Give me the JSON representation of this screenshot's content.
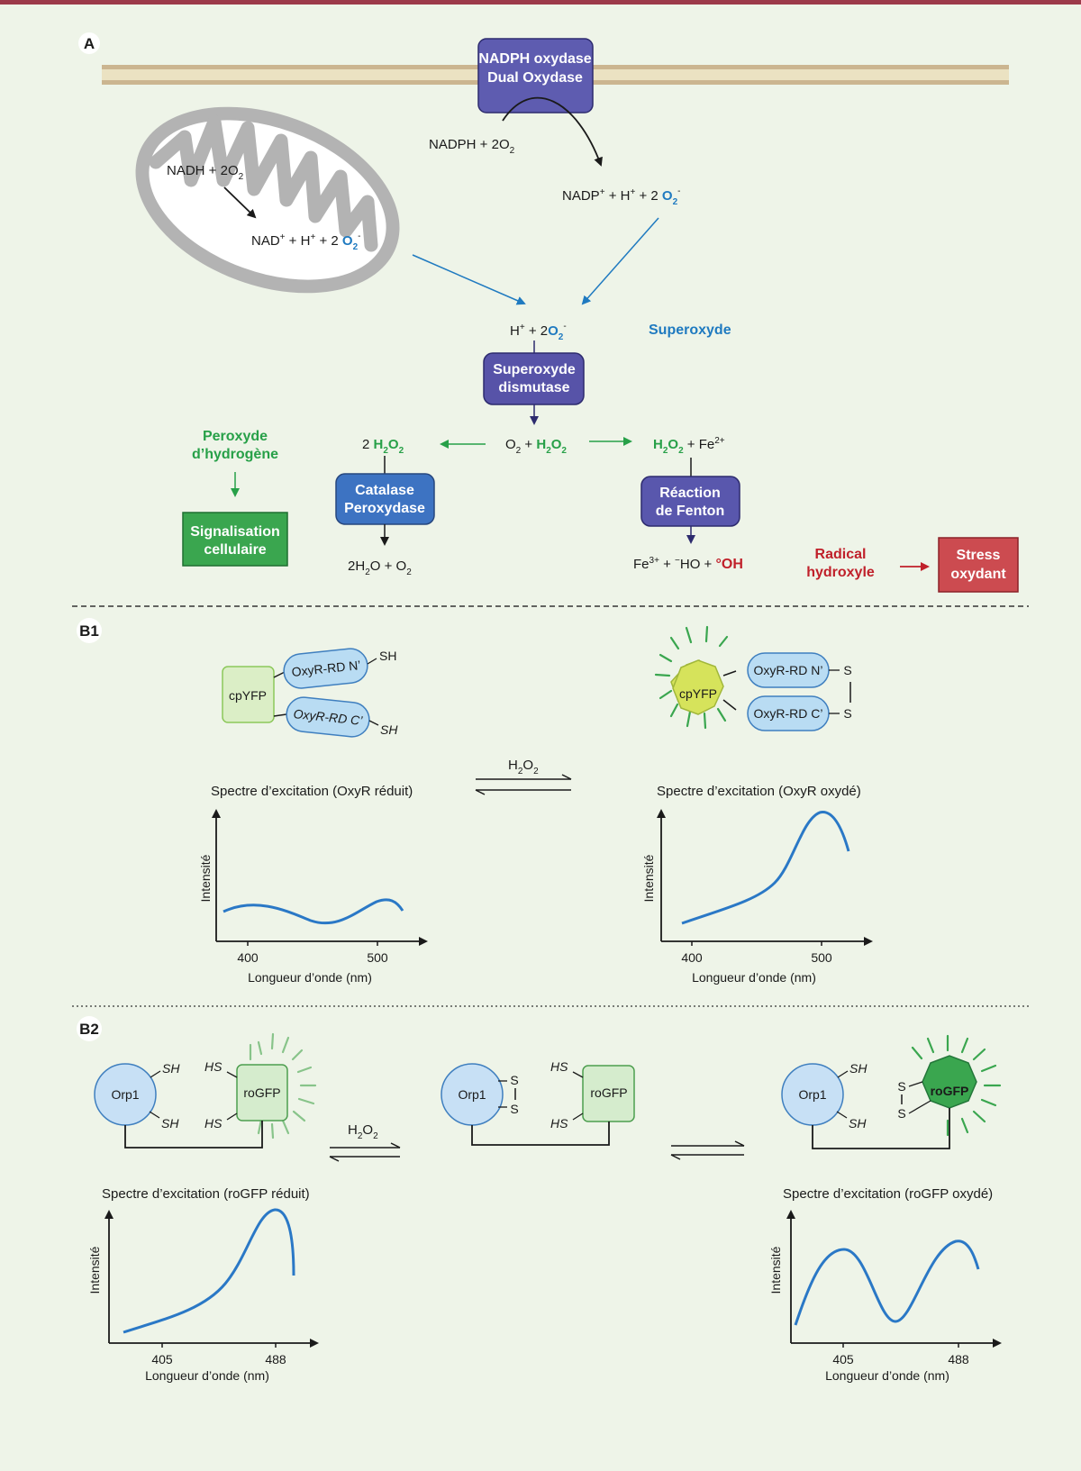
{
  "sections": {
    "a": "A",
    "b1": "B1",
    "b2": "B2"
  },
  "colors": {
    "nadph_box": "#5e5cb0",
    "sod_box": "#5753a8",
    "catalase_box": "#3d73c2",
    "fenton_box": "#5957ad",
    "signal_box": "#3aa64f",
    "stress_box": "#cc4b50",
    "superoxide_blue": "#1f7ac0",
    "h2o2_green": "#27a048",
    "oh_red": "#c0202a",
    "curve_blue": "#2a78c6",
    "membrane": "#cbb590",
    "mito_gray": "#b3b3b3"
  },
  "panel_a": {
    "nadph_box": {
      "line1": "NADPH oxydase",
      "line2": "Dual Oxydase"
    },
    "nadph_reactant": {
      "base": "NADPH + 2O",
      "sub": "2"
    },
    "nadp_product": {
      "base": "NADP",
      "sup": "+",
      "mid": " + H",
      "sup2": "+",
      "rest": " + 2 ",
      "o": "O",
      "o_sub": "2",
      "o_sup": "-"
    },
    "nadh_reactant": {
      "base": "NADH + 2O",
      "sub": "2"
    },
    "nad_product": {
      "base": "NAD",
      "sup": "+",
      "mid": " + H",
      "sup2": "+",
      "rest": " + 2 ",
      "o": "O",
      "o_sub": "2",
      "o_sup": "-"
    },
    "superoxide_reactant": {
      "base": "H",
      "sup": "+",
      "rest": " + 2",
      "o": "O",
      "o_sub": "2",
      "o_sup": "-"
    },
    "superoxide_label": "Superoxyde",
    "sod_box": {
      "line1": "Superoxyde",
      "line2": "dismutase"
    },
    "sod_product": {
      "o2": "O",
      "o2_sub": "2",
      "plus": " + ",
      "h": "H",
      "h_sub": "2",
      "o": "O",
      "o_sub": "2"
    },
    "catalase_reactant": {
      "coef": "2 ",
      "h": "H",
      "h_sub": "2",
      "o": "O",
      "o_sub": "2"
    },
    "catalase_box": {
      "line1": "Catalase",
      "line2": "Peroxydase"
    },
    "catalase_product": {
      "a": "2H",
      "a_sub": "2",
      "b": "O + O",
      "b_sub": "2"
    },
    "fenton_reactant": {
      "h": "H",
      "h_sub": "2",
      "o": "O",
      "o_sub": "2",
      "rest": " + Fe",
      "sup": "2+"
    },
    "fenton_box": {
      "line1": "Réaction",
      "line2": "de Fenton"
    },
    "fenton_product": {
      "fe": "Fe",
      "fe_sup": "3+",
      "mid": " + ",
      "ho_sup": "−",
      "ho": "HO + ",
      "oh": "°OH"
    },
    "h2o2_label": {
      "line1": "Peroxyde",
      "line2": "d’hydrogène"
    },
    "signal_box": {
      "line1": "Signalisation",
      "line2": "cellulaire"
    },
    "radical_label": {
      "line1": "Radical",
      "line2": "hydroxyle"
    },
    "stress_box": {
      "line1": "Stress",
      "line2": "oxydant"
    }
  },
  "panel_b1": {
    "left": {
      "fp": "cpYFP",
      "n_domain": "OxyR-RD N’",
      "c_domain": "OxyR-RD C’",
      "sh_top": "SH",
      "sh_bottom": "SH"
    },
    "right": {
      "fp": "cpYFP",
      "n_domain": "OxyR-RD N’",
      "c_domain": "OxyR-RD C’",
      "s_top": "S",
      "s_bottom": "S"
    },
    "arrow": {
      "h": "H",
      "h_sub": "2",
      "o": "O",
      "o_sub": "2"
    },
    "spectrum_left_title": "Spectre d’excitation (OxyR réduit)",
    "spectrum_right_title": "Spectre d’excitation (OxyR oxydé)",
    "ylabel": "Intensité",
    "xlabel": "Longueur d’onde (nm)",
    "ticks": [
      "400",
      "500"
    ]
  },
  "panel_b2": {
    "orp": "Orp1",
    "rogfp": "roGFP",
    "sh": "SH",
    "hs": "HS",
    "s": "S",
    "arrow": {
      "h": "H",
      "h_sub": "2",
      "o": "O",
      "o_sub": "2"
    },
    "spectrum_left_title": "Spectre d’excitation (roGFP réduit)",
    "spectrum_right_title": "Spectre d’excitation (roGFP oxydé)",
    "ylabel": "Intensité",
    "xlabel": "Longueur d’onde (nm)",
    "ticks": [
      "405",
      "488"
    ]
  }
}
